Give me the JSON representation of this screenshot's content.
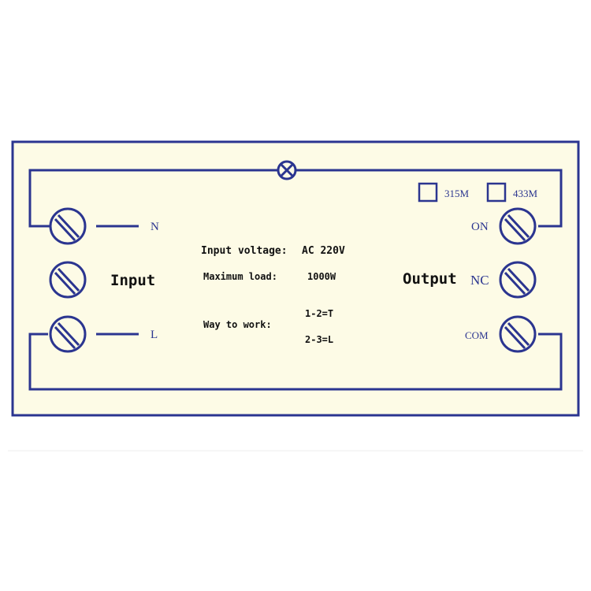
{
  "colors": {
    "panel_fill": "#fdfbe6",
    "line": "#2b3590",
    "text": "#111111",
    "terminal_text": "#2b3590"
  },
  "input": {
    "label": "Input",
    "n_label": "N",
    "l_label": "L"
  },
  "output": {
    "label": "Output",
    "on_label": "ON",
    "nc_label": "NC",
    "com_label": "COM"
  },
  "frequency": {
    "option1": "315M",
    "option2": "433M"
  },
  "specs": {
    "voltage_label": "Input voltage:",
    "voltage_value": "AC 220V",
    "load_label": "Maximum load:",
    "load_value": "1000W",
    "mode_label": "Way to work:",
    "mode_1": "1-2=T",
    "mode_2": "2-3=L"
  },
  "icons": {
    "lamp": "lamp-symbol-icon",
    "terminal": "screw-terminal-icon",
    "checkbox": "checkbox-square-icon"
  }
}
